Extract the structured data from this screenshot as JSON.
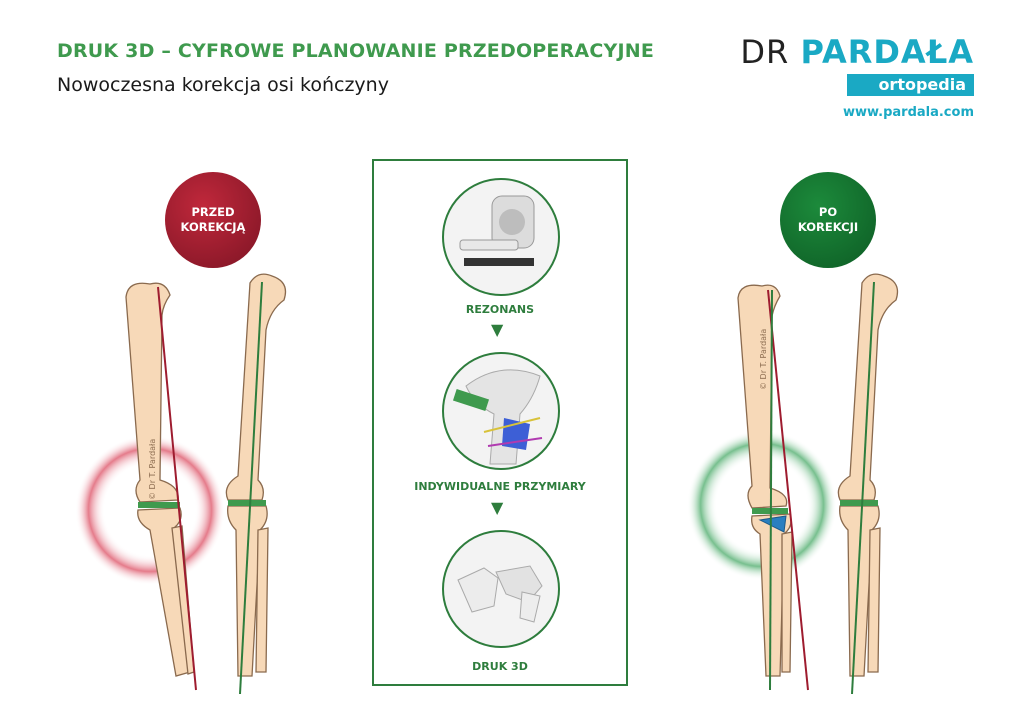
{
  "header": {
    "title": "DRUK 3D – CYFROWE PLANOWANIE PRZEDOPERACYJNE",
    "subtitle": "Nowoczesna korekcja osi kończyny"
  },
  "logo": {
    "name_light": "DR ",
    "name_bold": "PARDAŁA",
    "tag": "ortopedia",
    "url": "www.pardala.com"
  },
  "badges": {
    "before": {
      "line1": "PRZED",
      "line2": "KOREKCJĄ"
    },
    "after": {
      "line1": "PO",
      "line2": "KOREKCJI"
    }
  },
  "steps": [
    {
      "label": "REZONANS"
    },
    {
      "label": "INDYWIDUALNE PRZYMIARY"
    },
    {
      "label": "DRUK 3D"
    }
  ],
  "watermark": "© Dr T. Pardała",
  "colors": {
    "title_green": "#3f9a4e",
    "brand_teal": "#1aa9c4",
    "before_red": "#9e1c2f",
    "after_green": "#1c8a3b",
    "bone": "#f7d9b8"
  }
}
